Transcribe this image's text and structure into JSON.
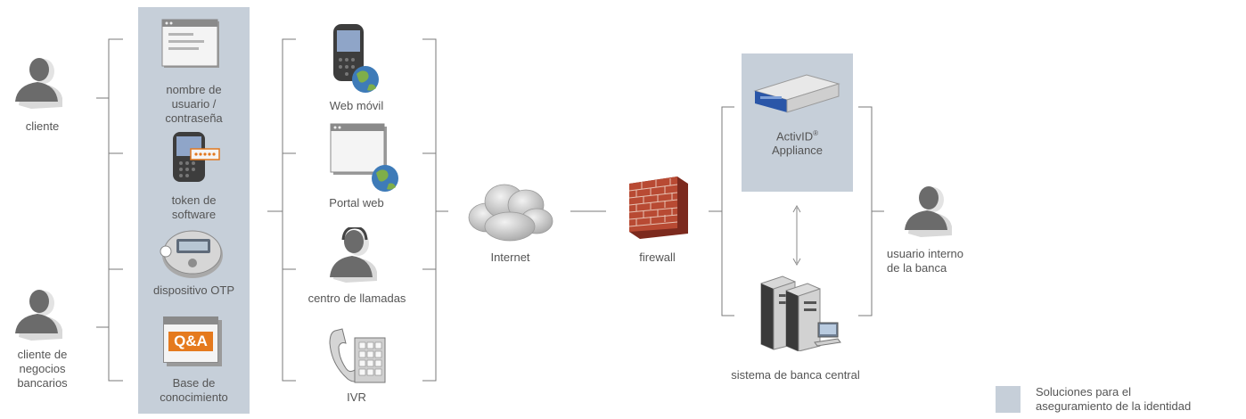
{
  "actors": {
    "cliente": "cliente",
    "cliente_negocios": [
      "cliente de",
      "negocios",
      "bancarios"
    ],
    "usuario_interno": [
      "usuario interno",
      "de la banca"
    ]
  },
  "auth_methods": {
    "password": [
      "nombre de",
      "usuario /",
      "contraseña"
    ],
    "soft_token": [
      "token de",
      "software"
    ],
    "otp_device": "dispositivo OTP",
    "kba": [
      "Base de",
      "conocimiento"
    ],
    "kba_badge": "Q&A"
  },
  "channels": {
    "mobile_web": "Web móvil",
    "web_portal": "Portal web",
    "call_center": "centro de llamadas",
    "ivr": "IVR"
  },
  "network": {
    "internet": "Internet",
    "firewall": "firewall"
  },
  "backend": {
    "appliance": "ActivID",
    "appliance_reg": "®",
    "appliance_line2": "Appliance",
    "core_banking": "sistema de banca central"
  },
  "legend": {
    "line1": "Soluciones para el",
    "line2": "aseguramiento de la identidad",
    "swatch_color": "#c6cfd9"
  }
}
